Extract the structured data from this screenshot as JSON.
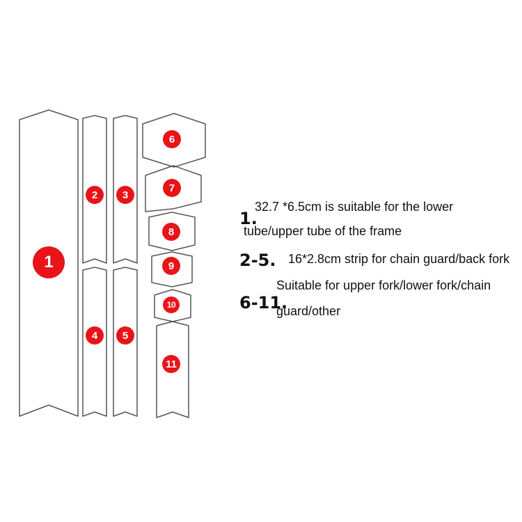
{
  "pieces": [
    {
      "label": "1"
    },
    {
      "label": "2"
    },
    {
      "label": "3"
    },
    {
      "label": "4"
    },
    {
      "label": "5"
    },
    {
      "label": "6"
    },
    {
      "label": "7"
    },
    {
      "label": "8"
    },
    {
      "label": "9"
    },
    {
      "label": "10"
    },
    {
      "label": "11"
    }
  ],
  "legend": {
    "item1": {
      "number": "1.",
      "line1": "32.7 *6.5cm is suitable for the lower",
      "line2": "tube/upper tube of the frame"
    },
    "item2": {
      "number": "2-5.",
      "text": "16*2.8cm strip for chain guard/back fork"
    },
    "item3": {
      "number": "6-11.",
      "line1": "Suitable for upper fork/lower fork/chain",
      "line2": "guard/other"
    }
  },
  "colors": {
    "badge": "#e8141a",
    "outline": "#555555"
  }
}
